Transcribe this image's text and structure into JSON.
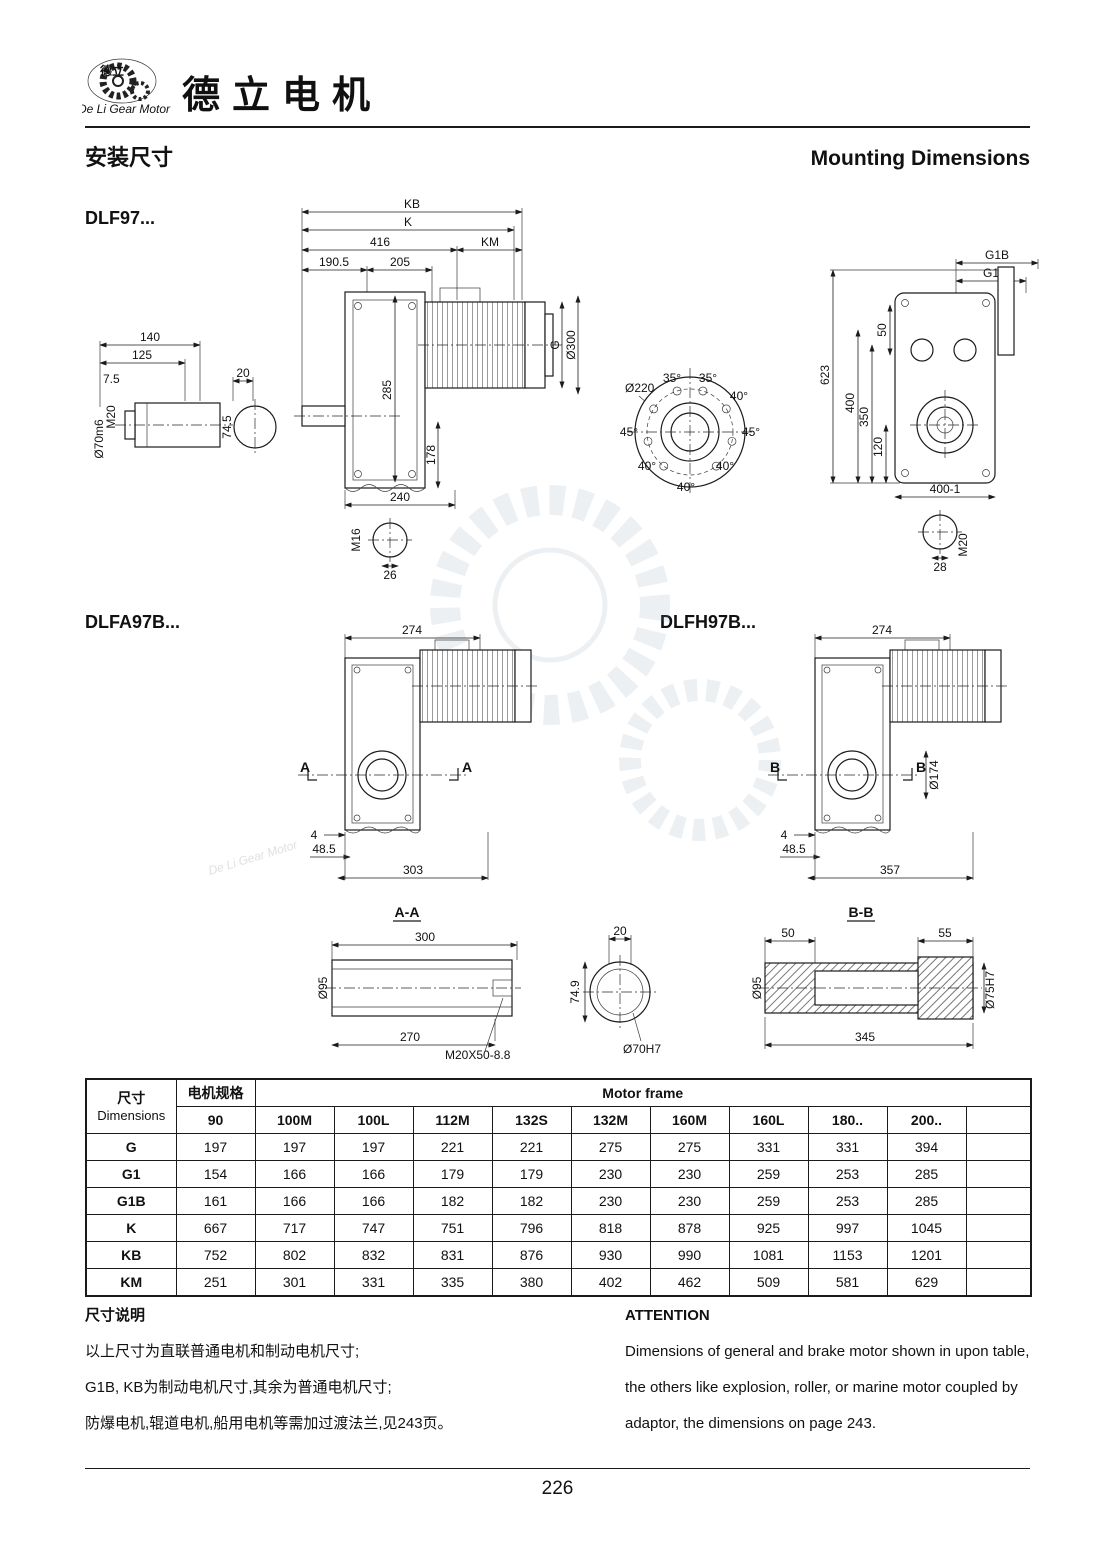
{
  "header": {
    "brand_cn": "德立电机",
    "logo_text_cn": "德立",
    "logo_text_en": "De Li Gear Motor",
    "title_cn": "安装尺寸",
    "title_en": "Mounting Dimensions"
  },
  "models": {
    "dlf97": "DLF97...",
    "dlfa97b": "DLFA97B...",
    "dlfh97b": "DLFH97B..."
  },
  "dlf97": {
    "shaft": {
      "d140": "140",
      "d125": "125",
      "d7_5": "7.5",
      "m20": "M20",
      "d70m6": "Ø70m6",
      "d20": "20",
      "d74_5": "74.5"
    },
    "side": {
      "kb": "KB",
      "k": "K",
      "d416": "416",
      "km": "KM",
      "d190_5": "190.5",
      "d205": "205",
      "g": "G",
      "d300": "Ø300",
      "d285": "285",
      "d178": "178",
      "d240": "240",
      "m16": "M16",
      "d26": "26"
    },
    "flange": {
      "d220": "Ø220",
      "a35l": "35°",
      "a35r": "35°",
      "a40tr": "40°",
      "a45l": "45°",
      "a45r": "45°",
      "a40bl": "40°",
      "a40b": "40°",
      "a40br": "40°"
    },
    "rear": {
      "g1b": "G1B",
      "g1": "G1",
      "d623": "623",
      "d400": "400",
      "d350": "350",
      "d120": "120",
      "d50": "50",
      "d400_1": "400-1",
      "d28": "28",
      "m20": "M20"
    }
  },
  "dlfa97b": {
    "d274": "274",
    "a": "A",
    "d4": "4",
    "d48_5": "48.5",
    "d303": "303"
  },
  "dlfh97b": {
    "d274": "274",
    "b": "B",
    "d174": "Ø174",
    "d4": "4",
    "d48_5": "48.5",
    "d357": "357"
  },
  "section_aa": {
    "title": "A-A",
    "d300": "300",
    "d95": "Ø95",
    "d270": "270",
    "m20x50": "M20X50-8.8"
  },
  "section_shaft": {
    "d20": "20",
    "d74_9": "74.9",
    "d70h7": "Ø70H7"
  },
  "section_bb": {
    "title": "B-B",
    "d50": "50",
    "d55": "55",
    "d95": "Ø95",
    "d345": "345",
    "d75h7": "Ø75H7"
  },
  "table": {
    "dim_label_cn": "尺寸",
    "dim_label_en": "Dimensions",
    "spec_label_cn": "电机规格",
    "frame_label": "Motor frame",
    "columns": [
      "90",
      "100M",
      "100L",
      "112M",
      "132S",
      "132M",
      "160M",
      "160L",
      "180..",
      "200.."
    ],
    "rows": [
      {
        "label": "G",
        "values": [
          "197",
          "197",
          "197",
          "221",
          "221",
          "275",
          "275",
          "331",
          "331",
          "394"
        ]
      },
      {
        "label": "G1",
        "values": [
          "154",
          "166",
          "166",
          "179",
          "179",
          "230",
          "230",
          "259",
          "253",
          "285"
        ]
      },
      {
        "label": "G1B",
        "values": [
          "161",
          "166",
          "166",
          "182",
          "182",
          "230",
          "230",
          "259",
          "253",
          "285"
        ]
      },
      {
        "label": "K",
        "values": [
          "667",
          "717",
          "747",
          "751",
          "796",
          "818",
          "878",
          "925",
          "997",
          "1045"
        ]
      },
      {
        "label": "KB",
        "values": [
          "752",
          "802",
          "832",
          "831",
          "876",
          "930",
          "990",
          "1081",
          "1153",
          "1201"
        ]
      },
      {
        "label": "KM",
        "values": [
          "251",
          "301",
          "331",
          "335",
          "380",
          "402",
          "462",
          "509",
          "581",
          "629"
        ]
      }
    ]
  },
  "notes_cn": {
    "title": "尺寸说明",
    "line1": "以上尺寸为直联普通电机和制动电机尺寸;",
    "line2": "G1B, KB为制动电机尺寸,其余为普通电机尺寸;",
    "line3": "防爆电机,辊道电机,船用电机等需加过渡法兰,见243页。"
  },
  "attention": {
    "title": "ATTENTION",
    "line1": "Dimensions of general and brake motor shown in upon table,",
    "line2": "the others like explosion, roller, or marine motor coupled by",
    "line3": "adaptor, the dimensions on page 243."
  },
  "footer": {
    "page_number": "226"
  },
  "watermark": {
    "text": "De Li Gear Motor"
  }
}
